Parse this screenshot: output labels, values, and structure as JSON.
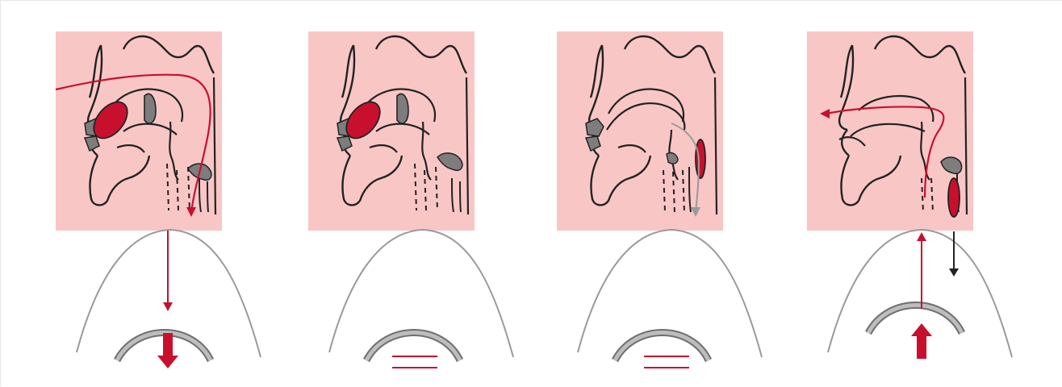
{
  "diagram": {
    "colors": {
      "background_box": "#f9c6c6",
      "accent_red": "#c8102e",
      "outline_dark": "#222222",
      "tissue_gray": "#7d7d7d",
      "curve_gray": "#9a9a9a",
      "arc_gray": "#6f6f6f"
    },
    "panels": [
      {
        "id": "panel-1",
        "airflow": "inward",
        "indicator": "down-arrow"
      },
      {
        "id": "panel-2",
        "airflow": "none",
        "indicator": "equal-sign"
      },
      {
        "id": "panel-3",
        "airflow": "downward-gray",
        "indicator": "equal-sign"
      },
      {
        "id": "panel-4",
        "airflow": "outward",
        "indicator": "up-arrow"
      }
    ]
  }
}
